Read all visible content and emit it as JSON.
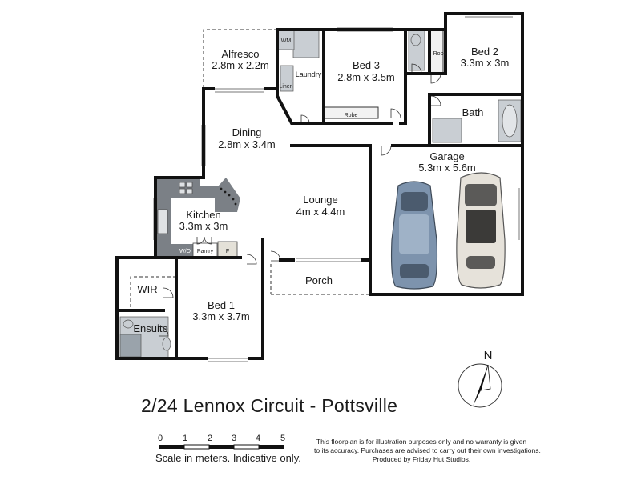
{
  "rooms": {
    "alfresco": {
      "name": "Alfresco",
      "size": "2.8m x 2.2m"
    },
    "wm": {
      "name": "WM"
    },
    "laundry": {
      "name": "Laundry"
    },
    "linen": {
      "name": "Linen"
    },
    "bed3": {
      "name": "Bed 3",
      "size": "2.8m x 3.5m"
    },
    "robe_bed3": {
      "name": "Robe"
    },
    "robe_bed2": {
      "name": "Robe"
    },
    "bed2": {
      "name": "Bed 2",
      "size": "3.3m x 3m"
    },
    "bath": {
      "name": "Bath"
    },
    "dining": {
      "name": "Dining",
      "size": "2.8m x 3.4m"
    },
    "garage": {
      "name": "Garage",
      "size": "5.3m x 5.6m"
    },
    "kitchen": {
      "name": "Kitchen",
      "size": "3.3m x 3m"
    },
    "wo": {
      "name": "W/O"
    },
    "pantry": {
      "name": "Pantry"
    },
    "fridge": {
      "name": "F"
    },
    "lounge": {
      "name": "Lounge",
      "size": "4m x 4.4m"
    },
    "porch": {
      "name": "Porch"
    },
    "wir": {
      "name": "WIR"
    },
    "bed1": {
      "name": "Bed 1",
      "size": "3.3m x 3.7m"
    },
    "ensuite": {
      "name": "Ensuite"
    }
  },
  "compass": {
    "label": "N"
  },
  "title": "2/24 Lennox Circuit - Pottsville",
  "scale": {
    "ticks": [
      "0",
      "1",
      "2",
      "3",
      "4",
      "5"
    ],
    "caption": "Scale in meters. Indicative only."
  },
  "disclaimer": [
    "This floorplan is for illustration purposes only and no warranty is given",
    "to its accuracy. Purchases are advised to carry out their own investigations.",
    "Produced by Friday Hut Studios."
  ],
  "colors": {
    "wall": "#111111",
    "fixture": "#c9ced3",
    "kitchen": "#7b8086",
    "car_blue": "#7d93ad",
    "car_white": "#e6e2da"
  }
}
